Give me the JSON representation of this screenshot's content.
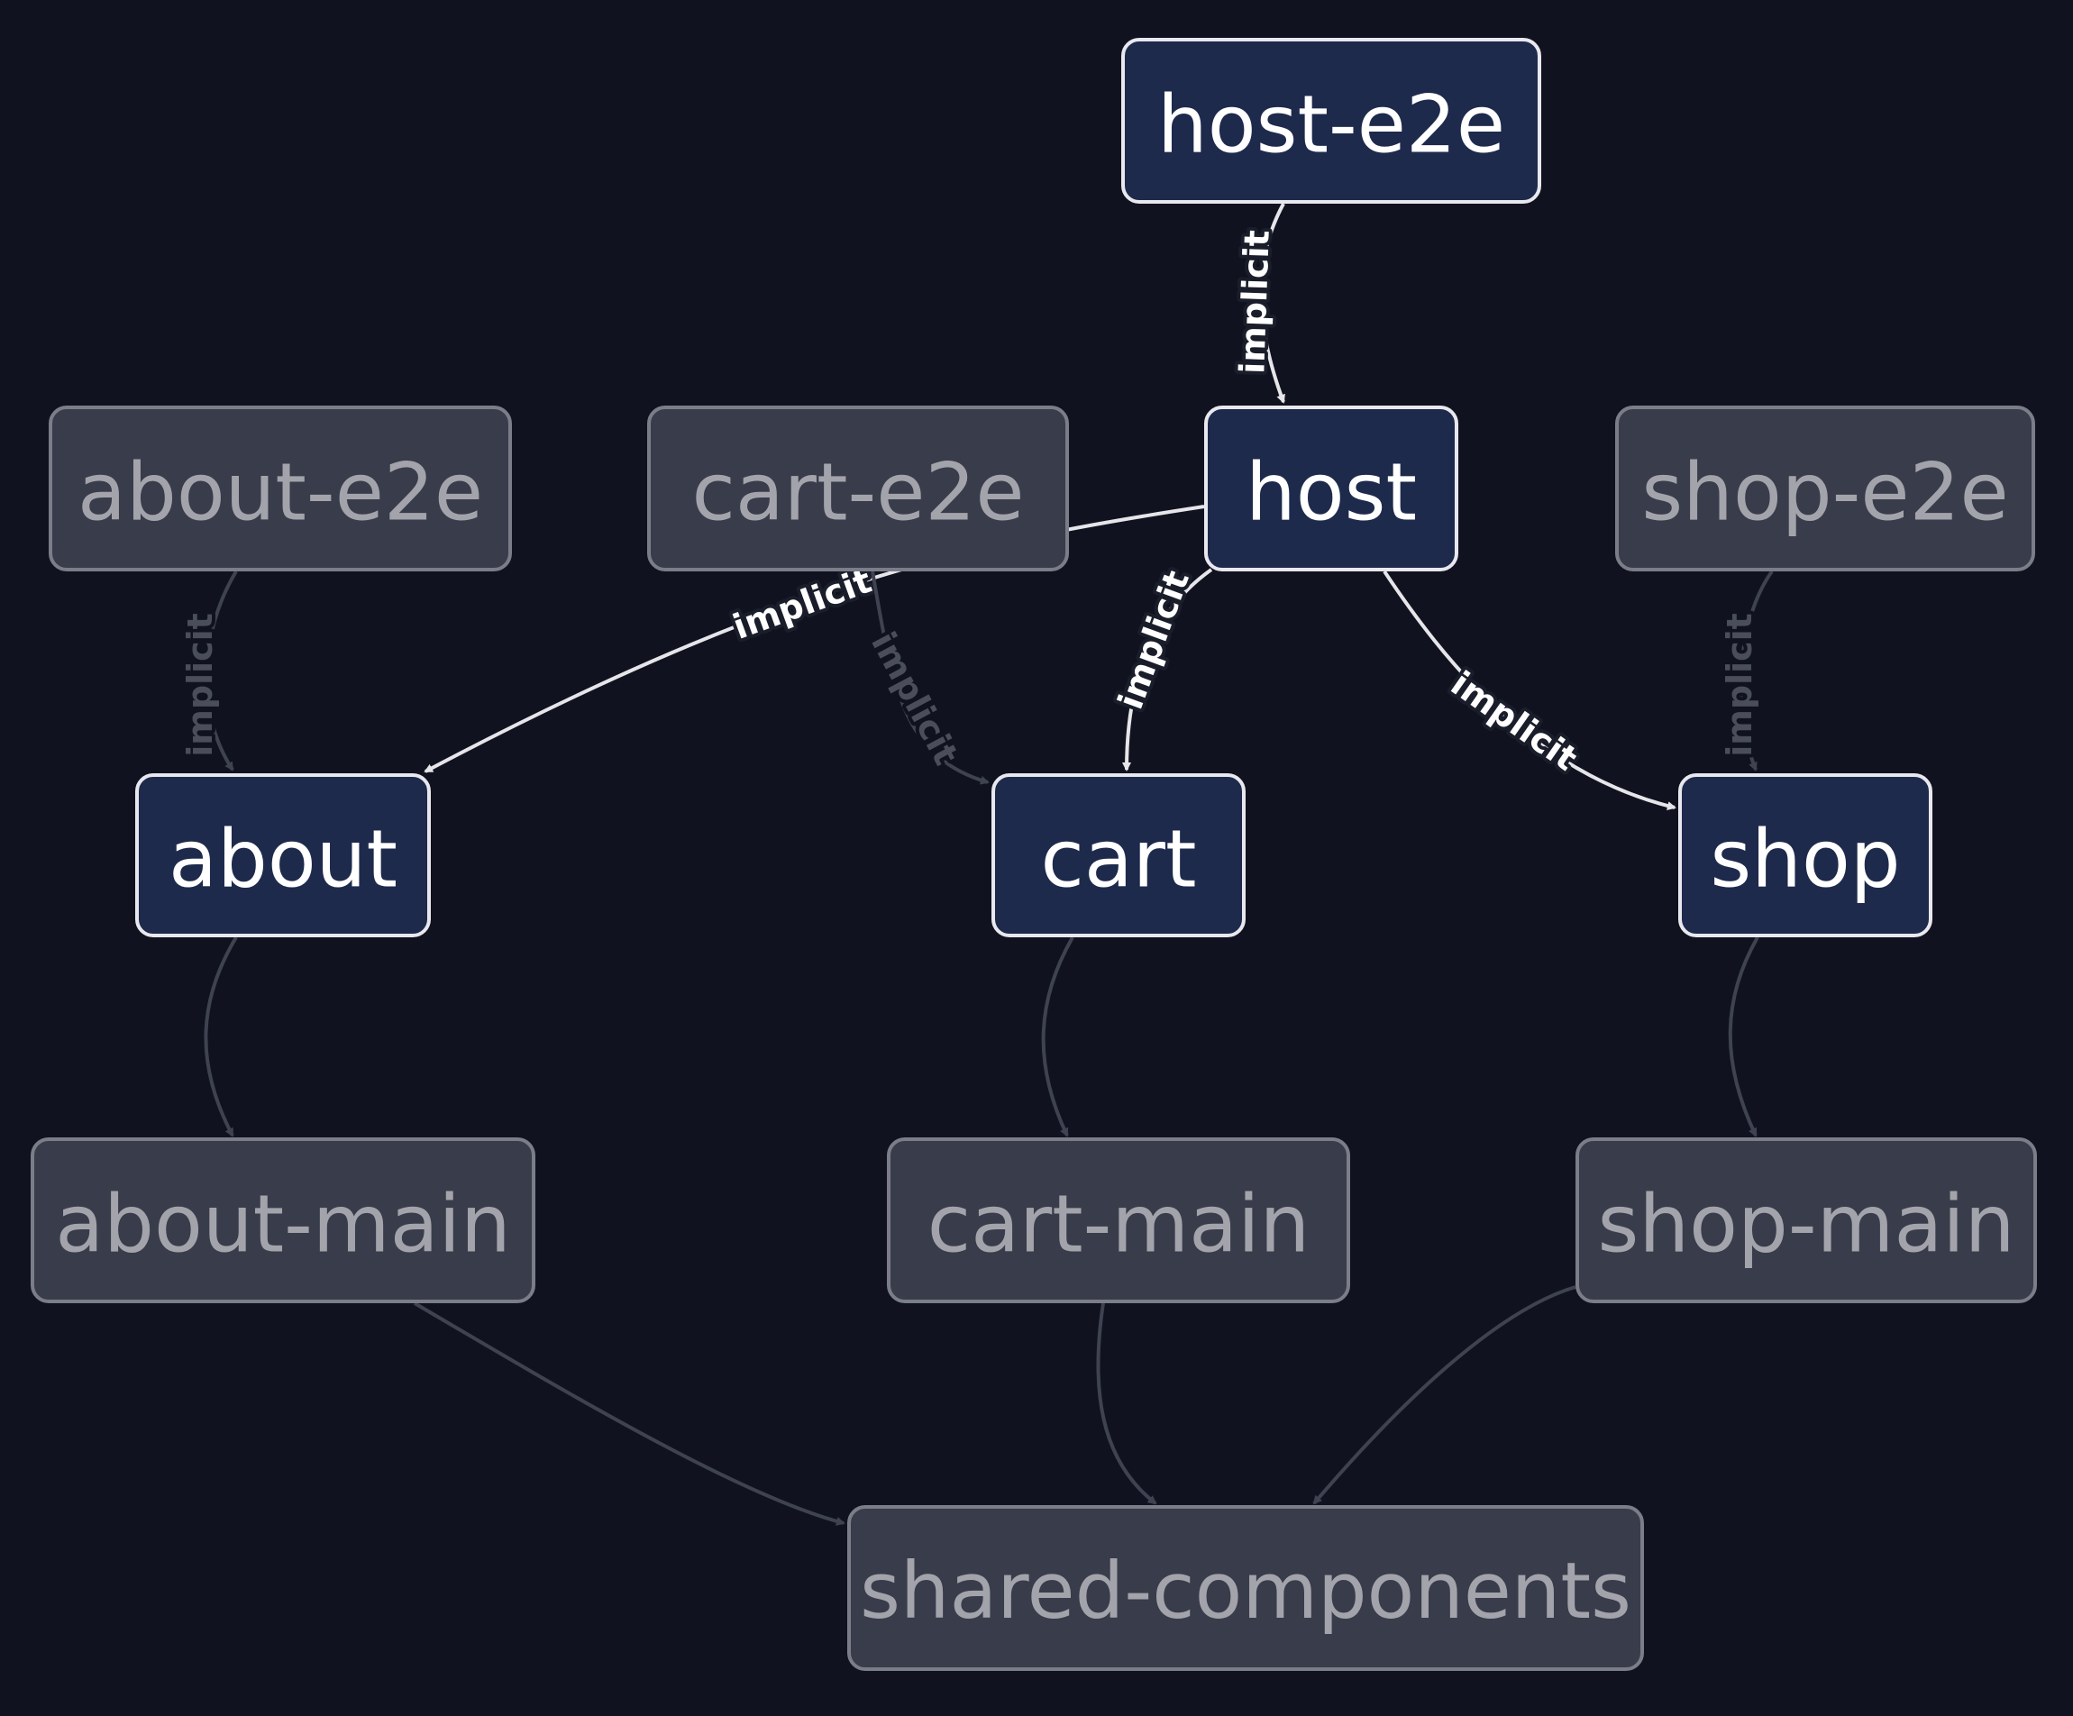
{
  "colors": {
    "background": "#10131f",
    "active_fill": "#1e2a4c",
    "active_stroke": "#e8e8ee",
    "active_text": "#ffffff",
    "dim_fill": "#393c4a",
    "dim_stroke": "#7b7d88",
    "dim_text": "#a3a4ab",
    "active_edge": "#e6e6ea",
    "dim_edge": "#3f4250"
  },
  "nodes": [
    {
      "id": "host-e2e",
      "label": "host-e2e",
      "active": true
    },
    {
      "id": "about-e2e",
      "label": "about-e2e",
      "active": false
    },
    {
      "id": "cart-e2e",
      "label": "cart-e2e",
      "active": false
    },
    {
      "id": "host",
      "label": "host",
      "active": true
    },
    {
      "id": "shop-e2e",
      "label": "shop-e2e",
      "active": false
    },
    {
      "id": "about",
      "label": "about",
      "active": true
    },
    {
      "id": "cart",
      "label": "cart",
      "active": true
    },
    {
      "id": "shop",
      "label": "shop",
      "active": true
    },
    {
      "id": "about-main",
      "label": "about-main",
      "active": false
    },
    {
      "id": "cart-main",
      "label": "cart-main",
      "active": false
    },
    {
      "id": "shop-main",
      "label": "shop-main",
      "active": false
    },
    {
      "id": "shared-components",
      "label": "shared-components",
      "active": false
    }
  ],
  "edges": [
    {
      "from": "host-e2e",
      "to": "host",
      "label": "implicit",
      "active": true
    },
    {
      "from": "host",
      "to": "about",
      "label": "implicit",
      "active": true
    },
    {
      "from": "host",
      "to": "cart",
      "label": "implicit",
      "active": true
    },
    {
      "from": "host",
      "to": "shop",
      "label": "implicit",
      "active": true
    },
    {
      "from": "about-e2e",
      "to": "about",
      "label": "implicit",
      "active": false
    },
    {
      "from": "cart-e2e",
      "to": "cart",
      "label": "implicit",
      "active": false
    },
    {
      "from": "shop-e2e",
      "to": "shop",
      "label": "implicit",
      "active": false
    },
    {
      "from": "about",
      "to": "about-main",
      "label": "",
      "active": false
    },
    {
      "from": "cart",
      "to": "cart-main",
      "label": "",
      "active": false
    },
    {
      "from": "shop",
      "to": "shop-main",
      "label": "",
      "active": false
    },
    {
      "from": "about-main",
      "to": "shared-components",
      "label": "",
      "active": false
    },
    {
      "from": "cart-main",
      "to": "shared-components",
      "label": "",
      "active": false
    },
    {
      "from": "shop-main",
      "to": "shared-components",
      "label": "",
      "active": false
    }
  ]
}
